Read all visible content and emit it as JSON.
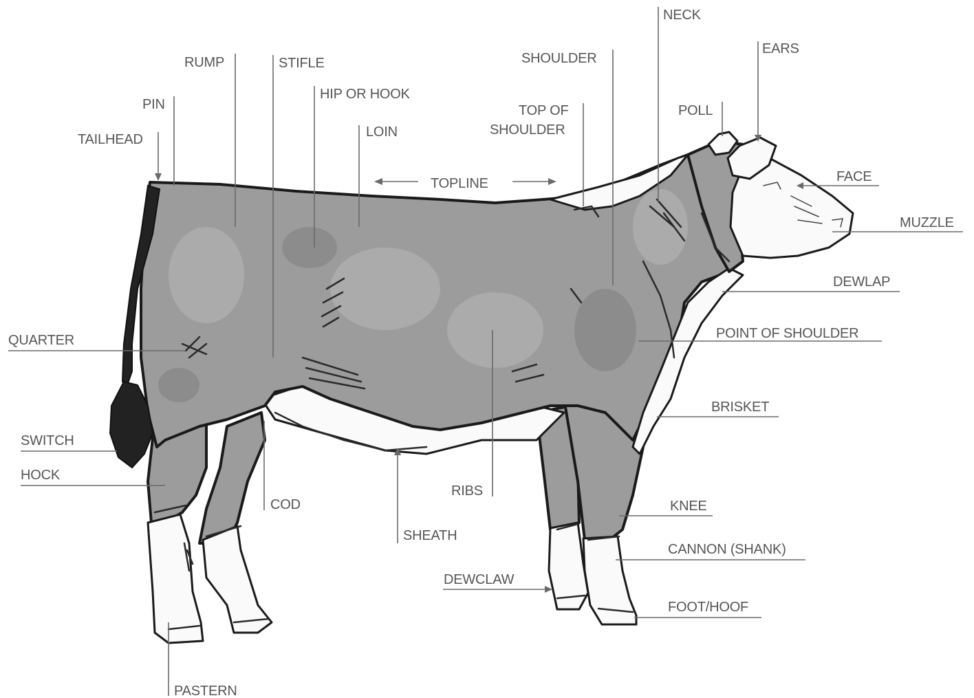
{
  "diagram": {
    "labels": {
      "neck": "NECK",
      "ears": "EARS",
      "shoulder": "SHOULDER",
      "rump": "RUMP",
      "stifle": "STIFLE",
      "hip_or_hook": "HIP OR HOOK",
      "pin": "PIN",
      "poll": "POLL",
      "top_of_shoulder_line1": "TOP OF",
      "top_of_shoulder_line2": "SHOULDER",
      "loin": "LOIN",
      "tailhead": "TAILHEAD",
      "face": "FACE",
      "topline": "TOPLINE",
      "muzzle": "MUZZLE",
      "dewlap": "DEWLAP",
      "quarter": "QUARTER",
      "point_of_shoulder": "POINT OF SHOULDER",
      "brisket": "BRISKET",
      "switch": "SWITCH",
      "hock": "HOCK",
      "ribs": "RIBS",
      "cod": "COD",
      "knee": "KNEE",
      "sheath": "SHEATH",
      "cannon": "CANNON (SHANK)",
      "dewclaw": "DEWCLAW",
      "foot_hoof": "FOOT/HOOF",
      "pastern": "PASTERN"
    }
  },
  "colors": {
    "label_text": "#555555",
    "leader_line": "#6a6a6a",
    "body_fill": "#9c9c9c",
    "outline": "#1a1a1a",
    "white_markings": "#fafafa"
  }
}
